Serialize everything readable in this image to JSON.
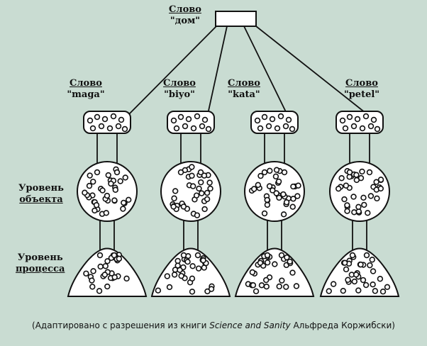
{
  "top_word": {
    "label": "Слово",
    "word": "\"дом\""
  },
  "words": [
    {
      "label": "Слово",
      "word": "\"maga\""
    },
    {
      "label": "Слово",
      "word": "\"biyo\""
    },
    {
      "label": "Слово",
      "word": "\"kata\""
    },
    {
      "label": "Слово",
      "word": "\"petel\""
    }
  ],
  "levels": {
    "object": {
      "line1": "Уровень",
      "line2": "объекта"
    },
    "process": {
      "line1": "Уровень",
      "line2": "процесса"
    }
  },
  "caption": {
    "before": "(Адаптировано с разрешения из книги ",
    "book": "Science and Sanity",
    "after": " Альфреда Коржибски)"
  },
  "colors": {
    "background": "#c9dcd2",
    "ink": "#111111"
  }
}
